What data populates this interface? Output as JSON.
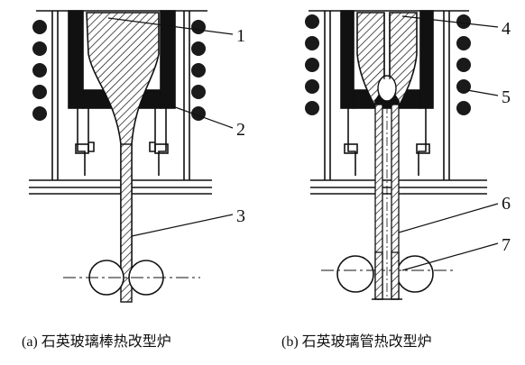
{
  "callouts_a": [
    "1",
    "2",
    "3"
  ],
  "callouts_b": [
    "4",
    "5",
    "6",
    "7"
  ],
  "captions": {
    "a": "(a) 石英玻璃棒热改型炉",
    "b": "(b) 石英玻璃管热改型炉"
  },
  "colors": {
    "stroke": "#111111",
    "coil": "#1a1a1a",
    "background": "#ffffff"
  }
}
